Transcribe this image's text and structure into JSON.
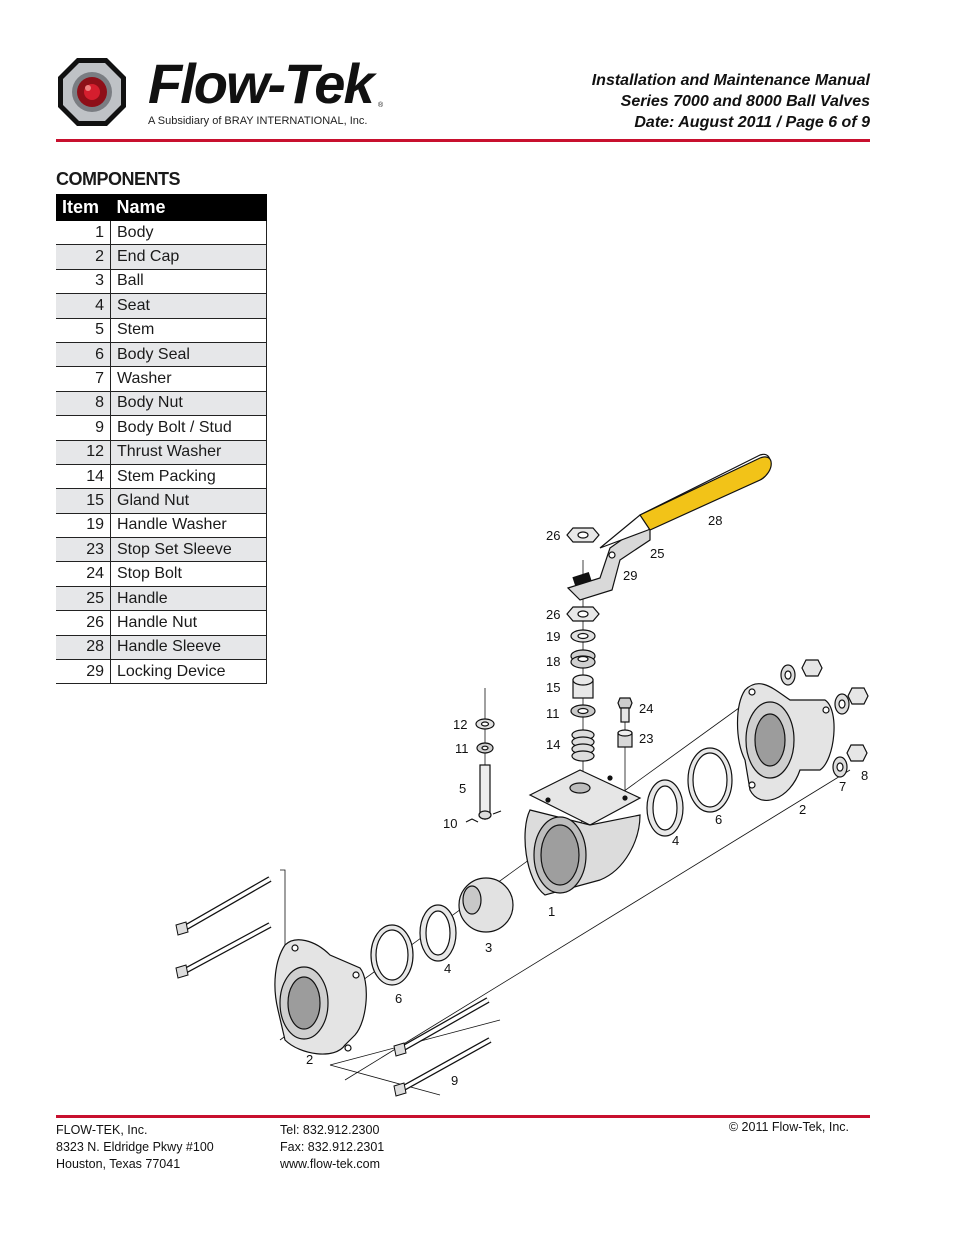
{
  "header": {
    "brand": "Flow-Tek",
    "registered_mark": "®",
    "subsidiary": "A Subsidiary of BRAY INTERNATIONAL, Inc.",
    "manual_title": "Installation and Maintenance Manual",
    "series": "Series 7000 and 8000 Ball Valves",
    "date_page": "Date: August 2011 / Page 6 of 9"
  },
  "components": {
    "title": "COMPONENTS",
    "col_item": "Item",
    "col_name": "Name",
    "rows": [
      {
        "item": "1",
        "name": "Body"
      },
      {
        "item": "2",
        "name": "End Cap"
      },
      {
        "item": "3",
        "name": "Ball"
      },
      {
        "item": "4",
        "name": "Seat"
      },
      {
        "item": "5",
        "name": "Stem"
      },
      {
        "item": "6",
        "name": "Body Seal"
      },
      {
        "item": "7",
        "name": "Washer"
      },
      {
        "item": "8",
        "name": "Body Nut"
      },
      {
        "item": "9",
        "name": "Body Bolt / Stud"
      },
      {
        "item": "12",
        "name": "Thrust Washer"
      },
      {
        "item": "14",
        "name": "Stem Packing"
      },
      {
        "item": "15",
        "name": "Gland Nut"
      },
      {
        "item": "19",
        "name": "Handle Washer"
      },
      {
        "item": "23",
        "name": "Stop Set Sleeve"
      },
      {
        "item": "24",
        "name": "Stop Bolt"
      },
      {
        "item": "25",
        "name": "Handle"
      },
      {
        "item": "26",
        "name": "Handle Nut"
      },
      {
        "item": "28",
        "name": "Handle Sleeve"
      },
      {
        "item": "29",
        "name": "Locking Device"
      }
    ]
  },
  "diagram": {
    "callouts": {
      "handle_nut_top": "26",
      "handle_sleeve": "28",
      "handle": "25",
      "locking_device": "29",
      "handle_nut": "26",
      "handle_washer": "19",
      "packing_18": "18",
      "gland_nut": "15",
      "ring_11_right": "11",
      "stem_packing": "14",
      "stop_bolt": "24",
      "stop_sleeve": "23",
      "thrust_washer": "12",
      "ring_11_left": "11",
      "stem": "5",
      "ring_10": "10",
      "body": "1",
      "seat_right": "4",
      "body_seal_right": "6",
      "end_cap_right": "2",
      "washer": "7",
      "body_nut": "8",
      "ball": "3",
      "seat_left": "4",
      "body_seal_left": "6",
      "end_cap_left": "2",
      "body_bolt": "9"
    },
    "colors": {
      "handle_sleeve": "#f2c318",
      "accent": "#c8102e"
    }
  },
  "footer": {
    "company": "FLOW-TEK, Inc.",
    "address1": "8323 N. Eldridge Pkwy #100",
    "address2": "Houston, Texas 77041",
    "tel": "Tel: 832.912.2300",
    "fax": "Fax: 832.912.2301",
    "web": "www.flow-tek.com",
    "copyright": "© 2011 Flow-Tek, Inc."
  }
}
